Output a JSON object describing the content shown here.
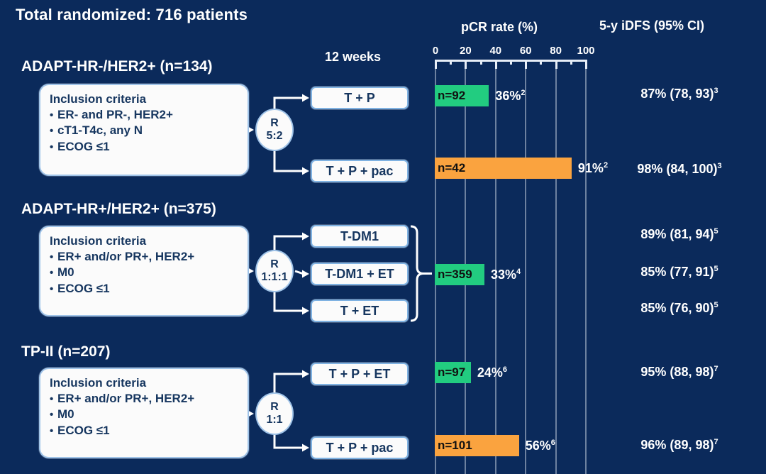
{
  "header": {
    "total_title": "Total randomized: 716 patients",
    "weeks_label": "12 weeks",
    "pcr_header": "pCR rate (%)",
    "idfs_header": "5-y iDFS (95% CI)"
  },
  "axis": {
    "ticks": [
      "0",
      "20",
      "40",
      "60",
      "80",
      "100"
    ],
    "min": 0,
    "max": 100
  },
  "colors": {
    "background": "#0b2a5b",
    "green": "#22cc80",
    "orange": "#faa33f",
    "box_fill": "#fbfbfb",
    "box_text": "#16365f",
    "gridline": "#7f90ad"
  },
  "groups": [
    {
      "title": "ADAPT-HR-/HER2+ (n=134)",
      "criteria_title": "Inclusion criteria",
      "criteria": [
        "ER- and PR-, HER2+",
        "cT1-T4c, any N",
        "ECOG ≤1"
      ],
      "randomization": {
        "letter": "R",
        "ratio": "5:2"
      },
      "braced": false,
      "arms": [
        {
          "label": "T + P",
          "bar": {
            "n_label": "n=92",
            "value": 36,
            "value_label": "36%",
            "footnote": "2",
            "color": "green"
          },
          "idfs": {
            "text": "87% (78, 93)",
            "footnote": "3"
          }
        },
        {
          "label": "T + P + pac",
          "bar": {
            "n_label": "n=42",
            "value": 91,
            "value_label": "91%",
            "footnote": "2",
            "color": "orange"
          },
          "idfs": {
            "text": "98% (84, 100)",
            "footnote": "3"
          }
        }
      ]
    },
    {
      "title": "ADAPT-HR+/HER2+ (n=375)",
      "criteria_title": "Inclusion criteria",
      "criteria": [
        "ER+ and/or PR+, HER2+",
        "M0",
        "ECOG ≤1"
      ],
      "randomization": {
        "letter": "R",
        "ratio": "1:1:1"
      },
      "braced": true,
      "pooled_bar": {
        "n_label": "n=359",
        "value": 33,
        "value_label": "33%",
        "footnote": "4",
        "color": "green"
      },
      "arms": [
        {
          "label": "T-DM1",
          "idfs": {
            "text": "89% (81, 94)",
            "footnote": "5"
          }
        },
        {
          "label": "T-DM1 + ET",
          "idfs": {
            "text": "85% (77, 91)",
            "footnote": "5"
          }
        },
        {
          "label": "T + ET",
          "idfs": {
            "text": "85% (76, 90)",
            "footnote": "5"
          }
        }
      ]
    },
    {
      "title": "TP-II (n=207)",
      "criteria_title": "Inclusion criteria",
      "criteria": [
        "ER+ and/or PR+, HER2+",
        "M0",
        "ECOG ≤1"
      ],
      "randomization": {
        "letter": "R",
        "ratio": "1:1"
      },
      "braced": false,
      "arms": [
        {
          "label": "T + P + ET",
          "bar": {
            "n_label": "n=97",
            "value": 24,
            "value_label": "24%",
            "footnote": "6",
            "color": "green"
          },
          "idfs": {
            "text": "95% (88, 98)",
            "footnote": "7"
          }
        },
        {
          "label": "T + P + pac",
          "bar": {
            "n_label": "n=101",
            "value": 56,
            "value_label": "56%",
            "footnote": "6",
            "color": "orange"
          },
          "idfs": {
            "text": "96% (89, 98)",
            "footnote": "7"
          }
        }
      ]
    }
  ],
  "chart_data": {
    "type": "bar",
    "title": "pCR rate (%)",
    "xlabel": "pCR rate (%)",
    "ylabel": "",
    "xlim": [
      0,
      100
    ],
    "grid": true,
    "orientation": "horizontal",
    "categories": [
      "T + P",
      "T + P + pac",
      "T-DM1 / T-DM1 + ET / T + ET (pooled)",
      "T + P + ET",
      "T + P + pac"
    ],
    "values": [
      36,
      91,
      33,
      24,
      56
    ],
    "n": [
      92,
      42,
      359,
      97,
      101
    ],
    "colors": [
      "#22cc80",
      "#faa33f",
      "#22cc80",
      "#22cc80",
      "#faa33f"
    ],
    "secondary_series": {
      "name": "5-y iDFS (95% CI)",
      "entries": [
        {
          "arm": "T + P",
          "value": 87,
          "ci": [
            78,
            93
          ]
        },
        {
          "arm": "T + P + pac",
          "value": 98,
          "ci": [
            84,
            100
          ]
        },
        {
          "arm": "T-DM1",
          "value": 89,
          "ci": [
            81,
            94
          ]
        },
        {
          "arm": "T-DM1 + ET",
          "value": 85,
          "ci": [
            77,
            91
          ]
        },
        {
          "arm": "T + ET",
          "value": 85,
          "ci": [
            76,
            90
          ]
        },
        {
          "arm": "T + P + ET",
          "value": 95,
          "ci": [
            88,
            98
          ]
        },
        {
          "arm": "T + P + pac (TP-II)",
          "value": 96,
          "ci": [
            89,
            98
          ]
        }
      ]
    }
  }
}
